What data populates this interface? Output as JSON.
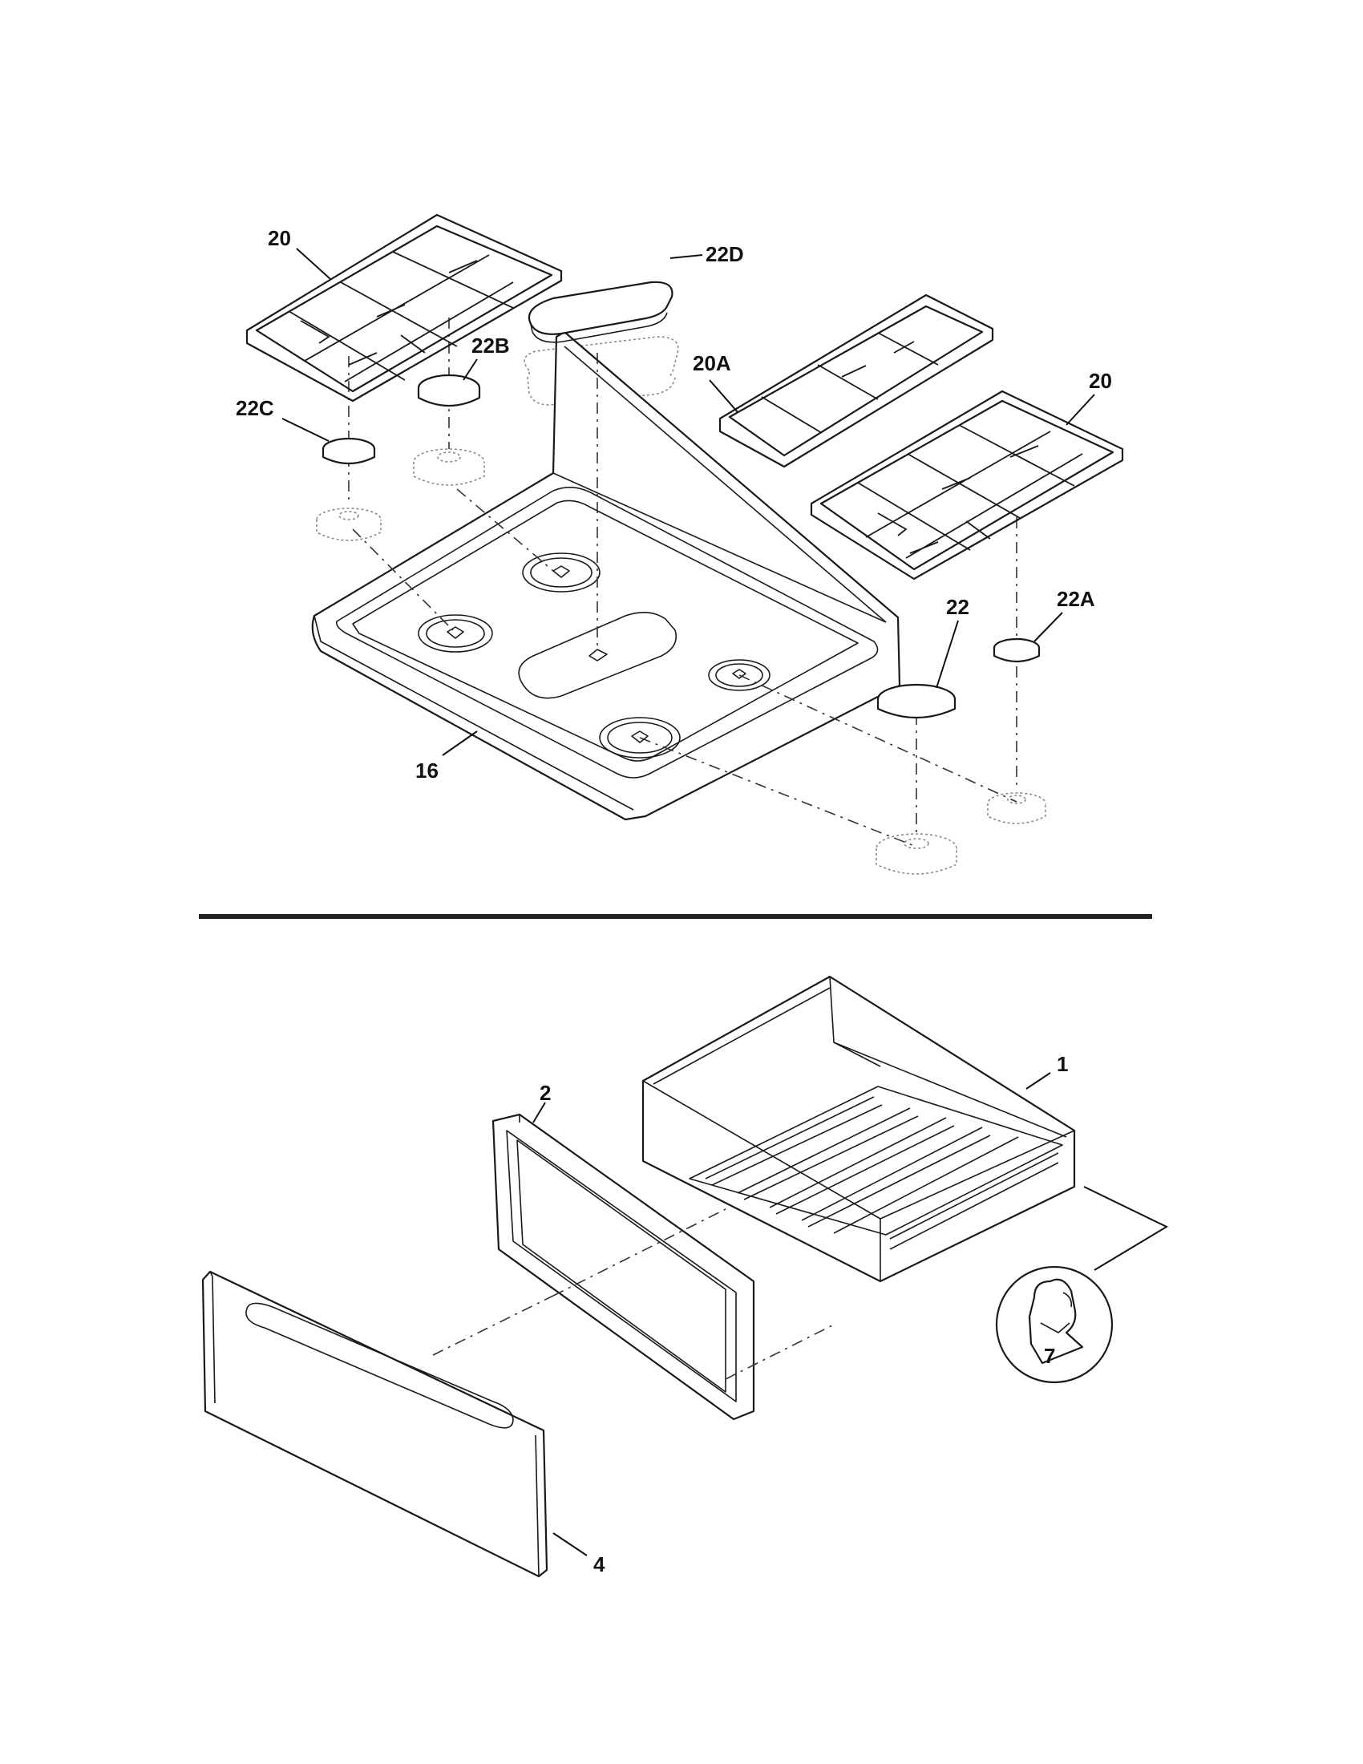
{
  "diagram": {
    "callouts": {
      "grate_left": "20",
      "grate_right": "20",
      "grate_center": "20A",
      "cap_large_right": "22",
      "cap_small_right": "22A",
      "cap_left_rear": "22B",
      "cap_left_front": "22C",
      "cap_oval": "22D",
      "cooktop": "16",
      "drawer_body": "1",
      "drawer_panel_frame": "2",
      "drawer_front": "4",
      "drawer_roller": "7"
    }
  }
}
